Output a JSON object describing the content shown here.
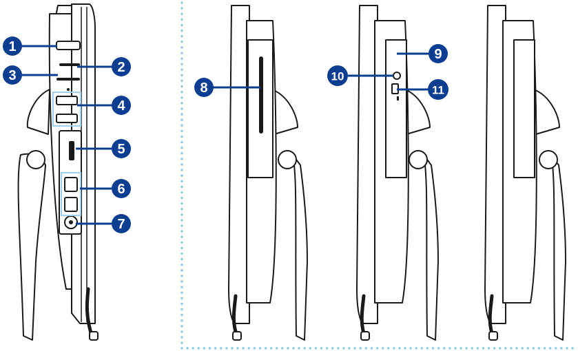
{
  "colors": {
    "callout_fill": "#0b3d91",
    "callout_text": "#ffffff",
    "leader_line": "#0b3d91",
    "highlight_box": "#9fd0ee",
    "divider_dots": "#8ccbe6",
    "device_outline": "#1a1a1a",
    "device_fill": "#ffffff",
    "device_shade": "#e6e6e6"
  },
  "views": [
    {
      "id": "left-side-view"
    },
    {
      "id": "right-side-view-slot"
    },
    {
      "id": "right-side-view-odd"
    },
    {
      "id": "right-side-view-plain"
    }
  ],
  "callouts": [
    {
      "label": "1"
    },
    {
      "label": "2"
    },
    {
      "label": "3"
    },
    {
      "label": "4"
    },
    {
      "label": "5"
    },
    {
      "label": "6"
    },
    {
      "label": "7"
    },
    {
      "label": "8"
    },
    {
      "label": "9"
    },
    {
      "label": "10"
    },
    {
      "label": "11"
    }
  ]
}
